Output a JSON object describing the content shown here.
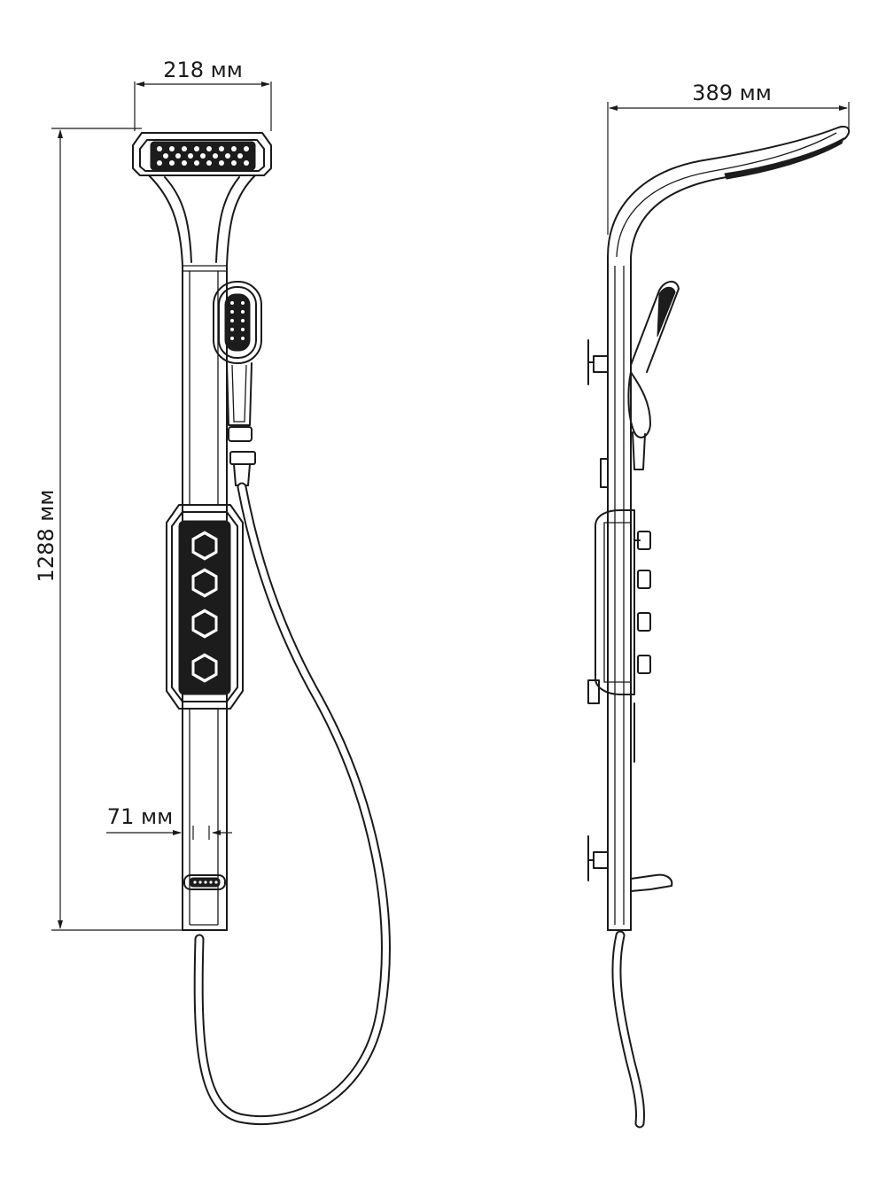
{
  "dimensions": {
    "front_width": "218 мм",
    "front_height": "1288 мм",
    "pipe_width": "71 мм",
    "side_depth": "389 мм"
  }
}
